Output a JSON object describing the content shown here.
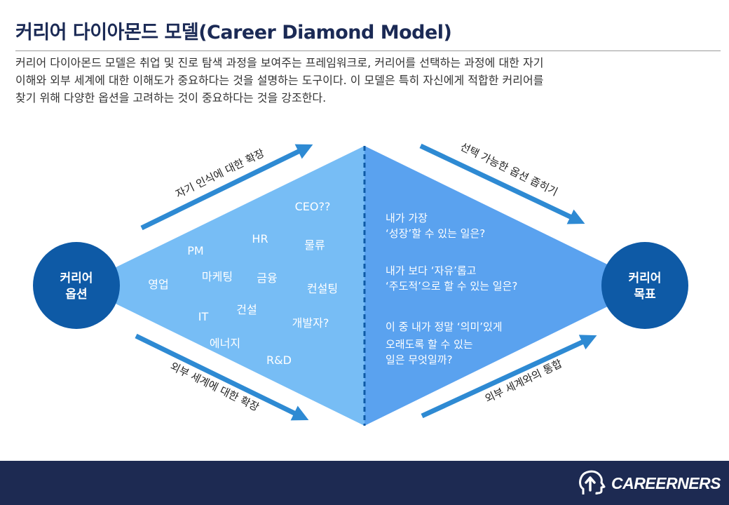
{
  "title": "커리어 다이아몬드 모델(Career Diamond Model)",
  "intro_lines": [
    "커리어 다이아몬드 모델은 취업 및 진로 탐색 과정을 보여주는 프레임워크로, 커리어를 선택하는 과정에 대한 자기",
    "이해와 외부 세계에 대한 이해도가 중요하다는 것을 설명하는 도구이다. 이 모델은 특히 자신에게 적합한 커리어를",
    "찾기 위해 다양한 옵션을 고려하는 것이 중요하다는 것을 강조한다."
  ],
  "nodes": {
    "left": [
      "커리어",
      "옵션"
    ],
    "right": [
      "커리어",
      "목표"
    ]
  },
  "arrows": {
    "top_left": "자기 인식에 대한 확장",
    "bottom_left": "외부 세계에 대한 확장",
    "top_right": "선택 가능한 옵션 좁히기",
    "bottom_right": "외부 세계와의 통합"
  },
  "options": [
    "CEO??",
    "HR",
    "물류",
    "PM",
    "영업",
    "마케팅",
    "금융",
    "컨설팅",
    "IT",
    "건설",
    "개발자?",
    "에너지",
    "R&D"
  ],
  "questions": [
    [
      "내가 가장",
      "‘성장’할 수 있는 일은?"
    ],
    [
      "내가 보다 ‘자유’롭고",
      "‘주도적’으로 할 수 있는 일은?"
    ],
    [
      "이 중 내가 정말 ‘의미’있게",
      "오래도록 할 수 있는",
      "일은 무엇일까?"
    ]
  ],
  "colors": {
    "left_diamond": "#77bdf5",
    "right_diamond": "#5aa2ef",
    "circle": "#0e5aa6",
    "arrow": "#2e8ad3",
    "footer": "#1d2a52"
  },
  "icons": {
    "brand": "head-arrow-logo-icon"
  },
  "brand": "CAREERNERS"
}
